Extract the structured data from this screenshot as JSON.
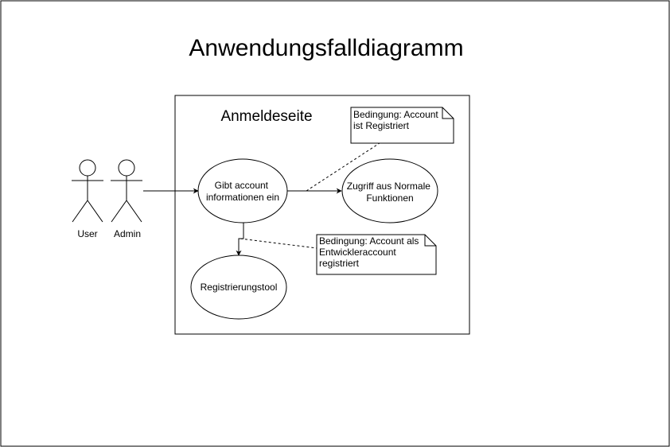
{
  "diagram": {
    "title": "Anwendungsfalldiagramm",
    "system_boundary": {
      "label": "Anmeldeseite"
    },
    "actors": [
      {
        "label": "User"
      },
      {
        "label": "Admin"
      }
    ],
    "use_cases": [
      {
        "lines": [
          "Gibt account",
          "informationen ein"
        ]
      },
      {
        "lines": [
          "Zugriff aus Normale",
          "Funktionen"
        ]
      },
      {
        "lines": [
          "Registrierungstool"
        ]
      }
    ],
    "notes": [
      {
        "lines": [
          "Bedingung: Account",
          "ist Registriert"
        ]
      },
      {
        "lines": [
          "Bedingung: Account als",
          "Entwickleraccount",
          "registriert"
        ]
      }
    ]
  }
}
